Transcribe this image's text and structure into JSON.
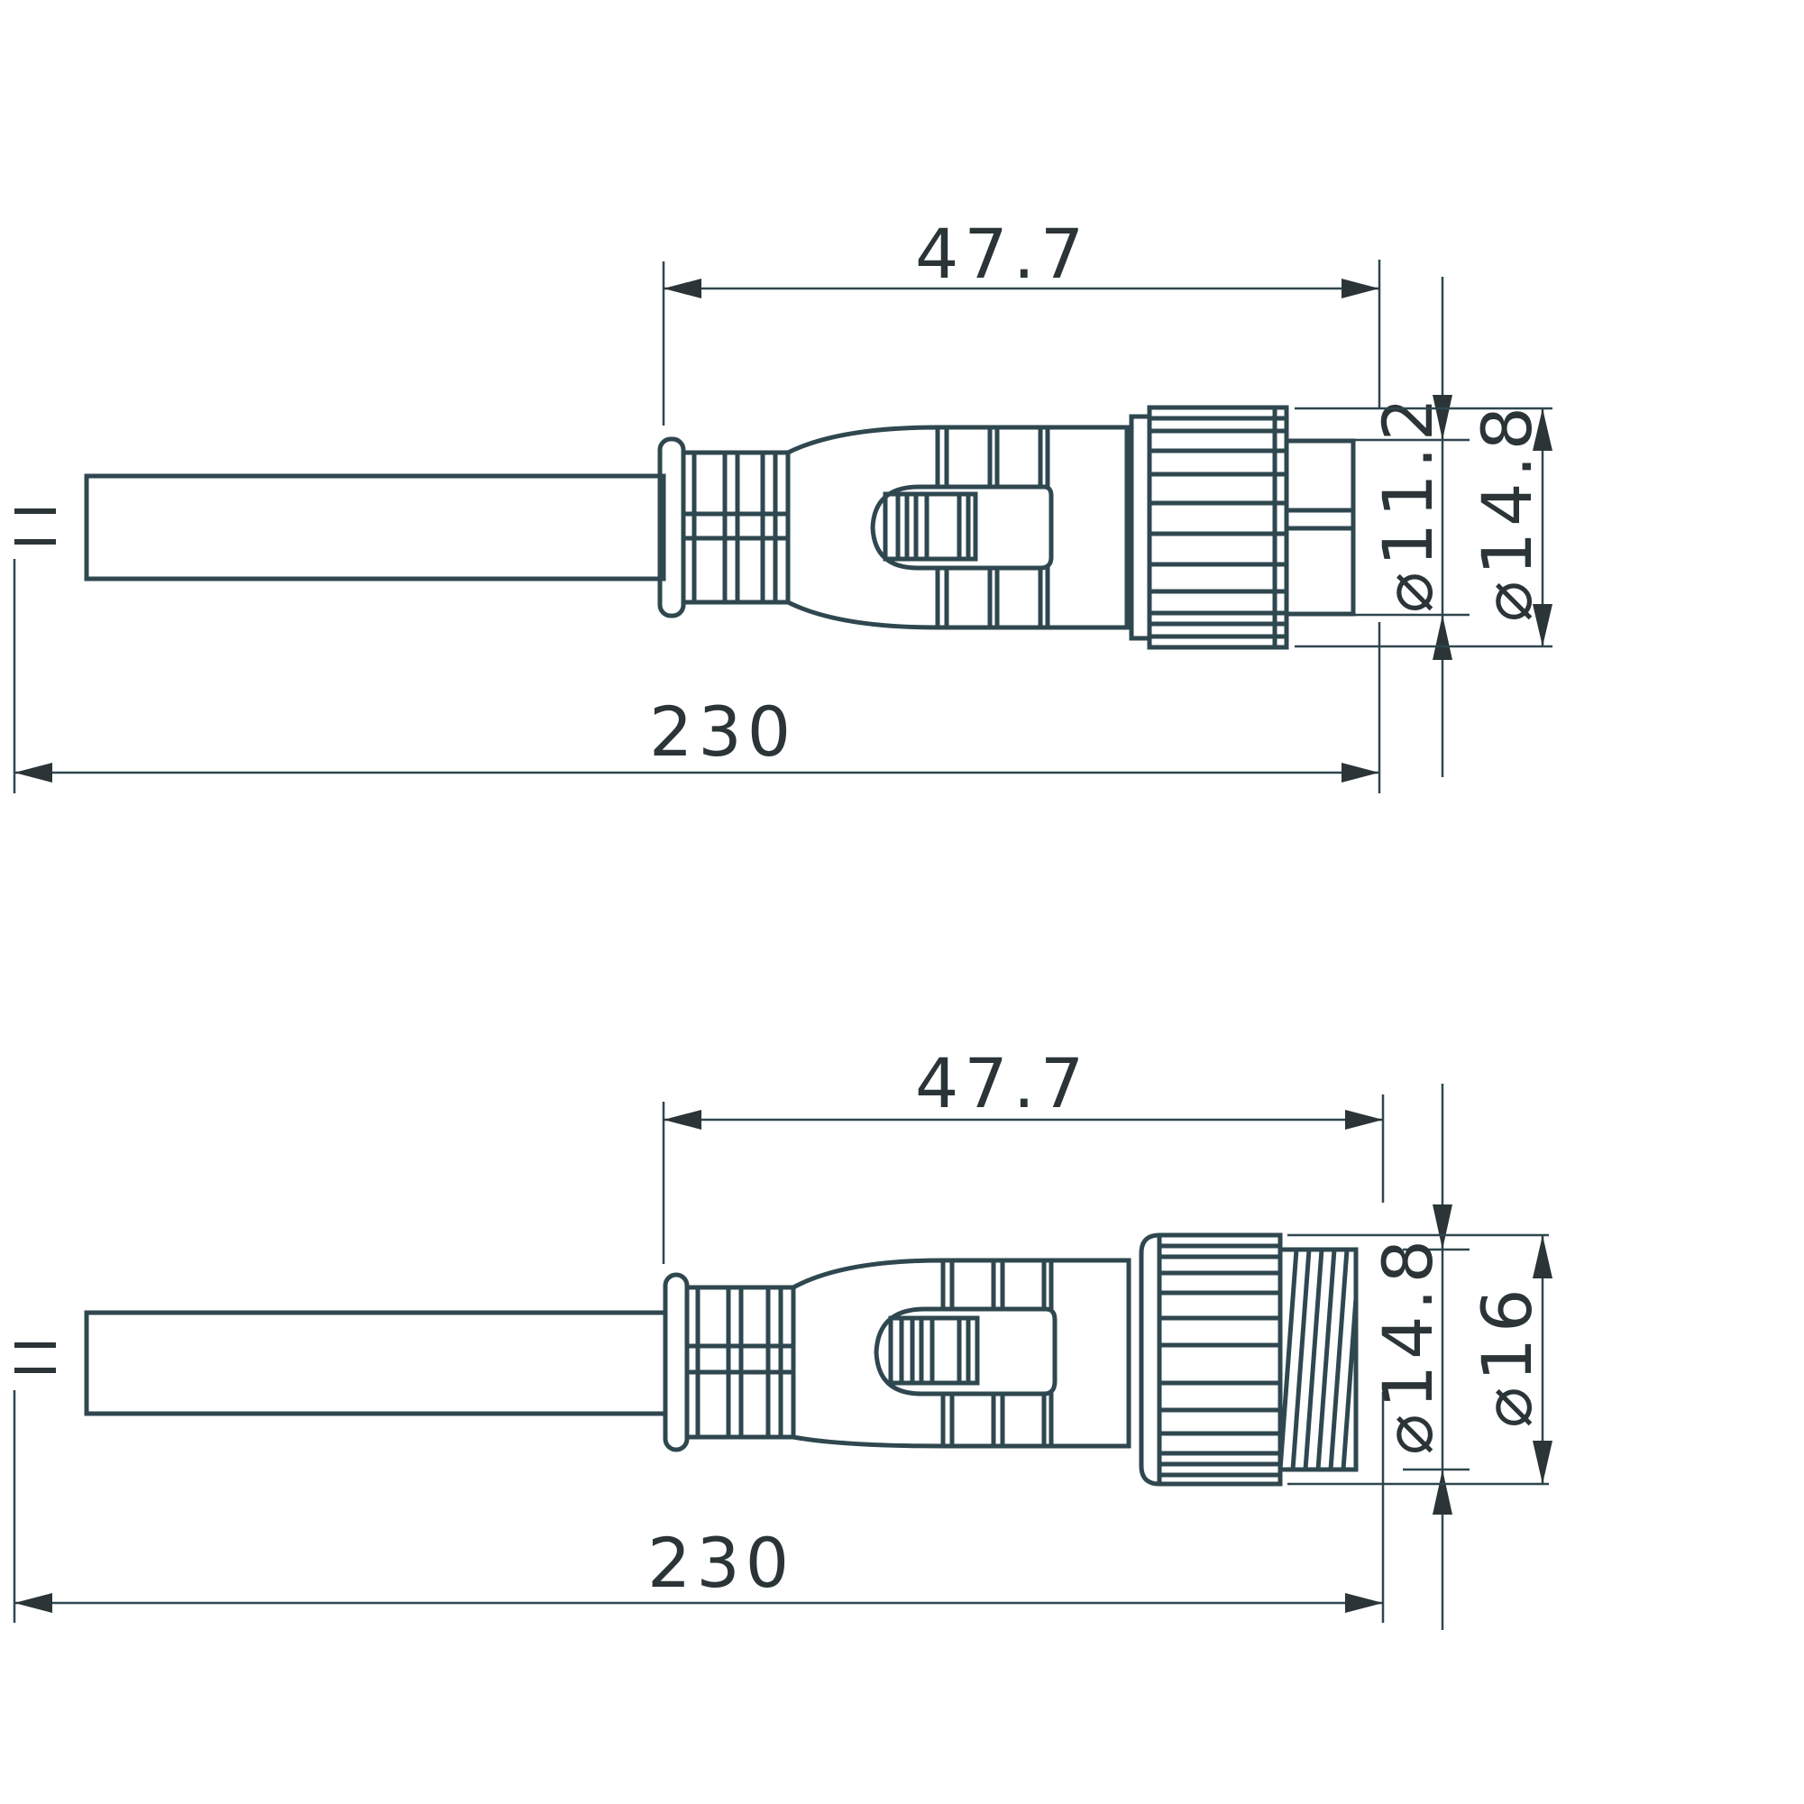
{
  "colors": {
    "line": "#2f474f",
    "text": "#2b3437",
    "background": "#ffffff"
  },
  "drawings": [
    {
      "name": "connector-straight-female",
      "dimensions": {
        "connector_length": "47.7",
        "total_length": "230",
        "inner_diameter": "⌀11.2",
        "outer_diameter": "⌀14.8"
      }
    },
    {
      "name": "connector-straight-male-threaded",
      "dimensions": {
        "connector_length": "47.7",
        "total_length": "230",
        "inner_diameter": "⌀14.8",
        "outer_diameter": "⌀16"
      }
    }
  ]
}
